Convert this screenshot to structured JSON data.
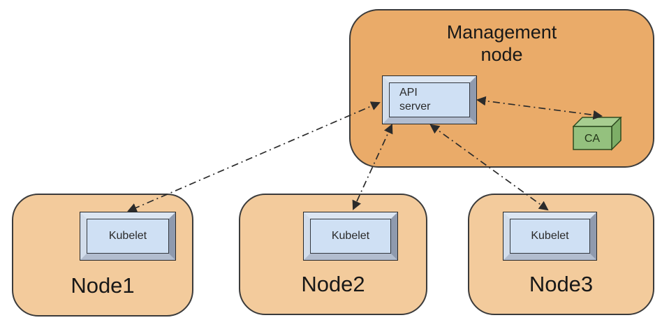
{
  "management_node": {
    "label": "Management node",
    "api_server_label": "API server",
    "ca_label": "CA"
  },
  "nodes": [
    {
      "label": "Node1",
      "kubelet_label": "Kubelet"
    },
    {
      "label": "Node2",
      "kubelet_label": "Kubelet"
    },
    {
      "label": "Node3",
      "kubelet_label": "Kubelet"
    }
  ],
  "connections": [
    {
      "from": "API server",
      "to": "Kubelet (Node1)",
      "style": "dash-dot",
      "bidirectional": true
    },
    {
      "from": "API server",
      "to": "Kubelet (Node2)",
      "style": "dash-dot",
      "bidirectional": true
    },
    {
      "from": "API server",
      "to": "Kubelet (Node3)",
      "style": "dash-dot",
      "bidirectional": true
    },
    {
      "from": "API server",
      "to": "CA",
      "style": "dash-dot",
      "bidirectional": true
    }
  ],
  "colors": {
    "management_fill": "#eaab69",
    "worker_fill": "#f3cb9c",
    "box_face": "#cfe0f4",
    "bevel_light": "#dce6f2",
    "bevel_dark": "#8f9aae",
    "ca_front": "#94c17e",
    "ca_top": "#a7cd90",
    "ca_side": "#7dae67",
    "arrow": "#2b2b2b",
    "border": "#3b3b3b"
  }
}
